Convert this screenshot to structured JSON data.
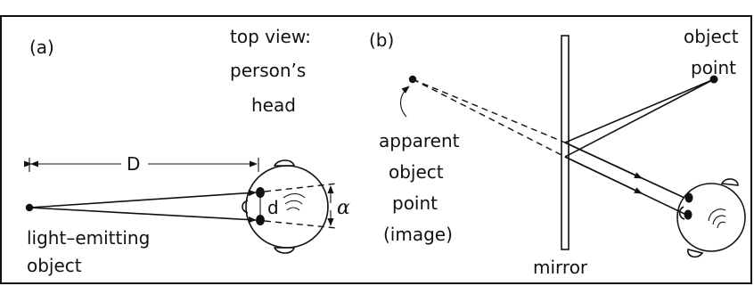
{
  "panel_a": {
    "tag": "(a)",
    "distance_label": "D",
    "eye_separation_label": "d",
    "angle_label": "α",
    "caption_top": [
      "top view:",
      "person’s",
      "head"
    ],
    "object_label": [
      "light–emitting",
      "object"
    ]
  },
  "panel_b": {
    "tag": "(b)",
    "object_label": [
      "object",
      "point"
    ],
    "image_label": [
      "apparent",
      "object",
      "point",
      "(image)"
    ],
    "mirror_label": "mirror"
  }
}
